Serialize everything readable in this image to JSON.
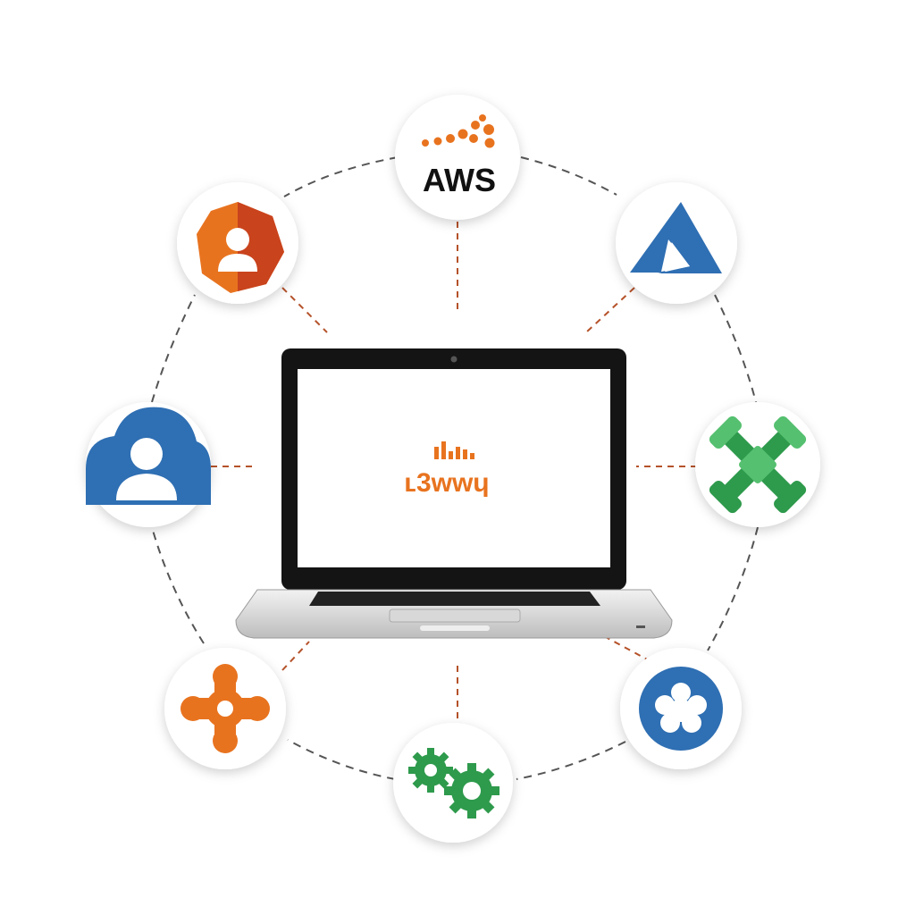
{
  "colors": {
    "background": "#ffffff",
    "orange": "#e8731f",
    "orange_dark": "#c9431d",
    "blue": "#2f6fb3",
    "blue_light": "#4a8bcf",
    "green": "#2e9a4c",
    "green_light": "#55c070",
    "dash_gray": "#555555",
    "dash_orange": "#b5522a"
  },
  "hub": {
    "icon": "laptop-icon",
    "screen_logo_text": "ʟ3ᴡᴡɥ"
  },
  "nodes": [
    {
      "id": "aws",
      "label": "AWS",
      "icon": "aws-logo-icon"
    },
    {
      "id": "azure",
      "icon": "azure-logo-icon"
    },
    {
      "id": "integration",
      "icon": "green-cross-integration-icon"
    },
    {
      "id": "fan",
      "icon": "blue-fan-icon"
    },
    {
      "id": "gears",
      "icon": "gears-icon"
    },
    {
      "id": "puzzle",
      "icon": "orange-cross-node-icon"
    },
    {
      "id": "cloud-user",
      "icon": "cloud-user-icon"
    },
    {
      "id": "hex-user",
      "icon": "hexagon-user-icon"
    }
  ]
}
